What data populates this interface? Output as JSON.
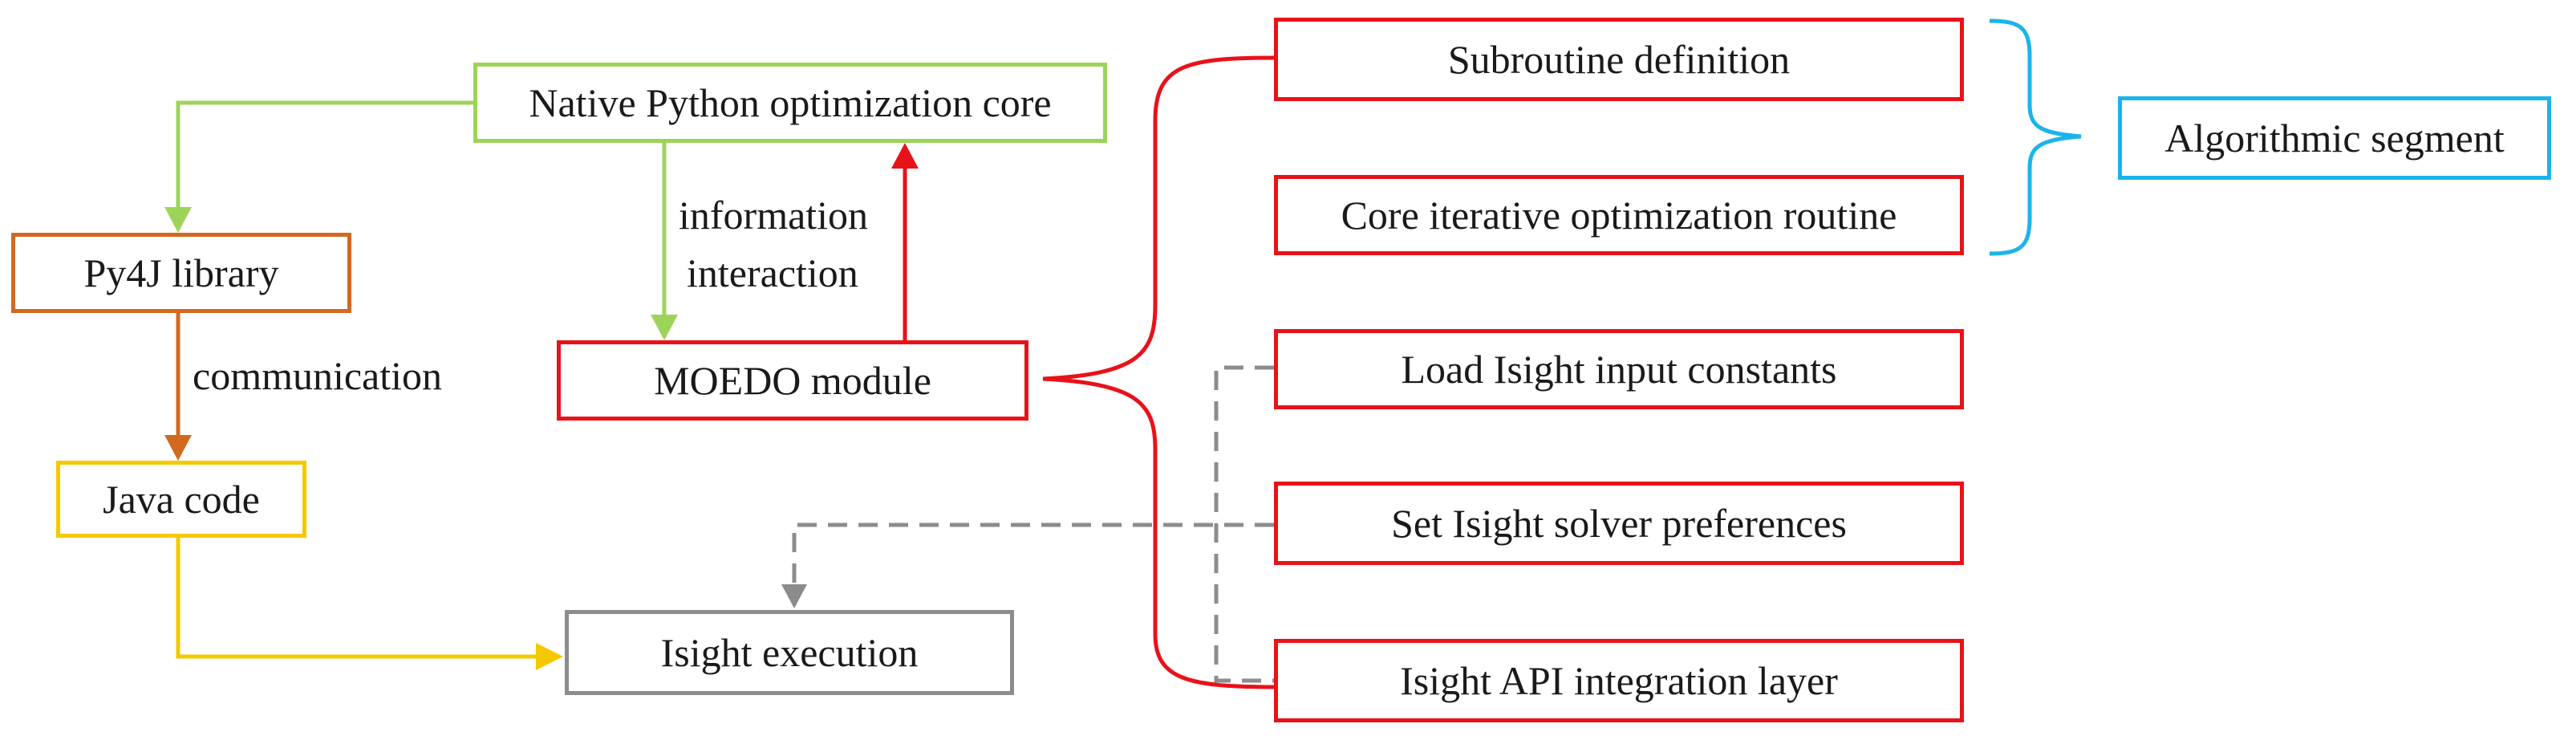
{
  "nodes": {
    "native_core": "Native Python optimization core",
    "py4j": "Py4J library",
    "java": "Java code",
    "moedo": "MOEDO module",
    "isight_exec": "Isight execution",
    "subroutine": "Subroutine definition",
    "core_iter": "Core iterative optimization routine",
    "load_const": "Load Isight input constants",
    "solver_pref": "Set Isight solver preferences",
    "api_layer": "Isight API integration layer",
    "algorithmic": "Algorithmic segment"
  },
  "edge_labels": {
    "info_line1": "information",
    "info_line2": "interaction",
    "communication": "communication"
  },
  "colors": {
    "green": "#9ed35a",
    "orange": "#d2691e",
    "yellow": "#f5c800",
    "red": "#e8121a",
    "gray": "#8c8c8c",
    "cyan": "#1ab4ec"
  }
}
